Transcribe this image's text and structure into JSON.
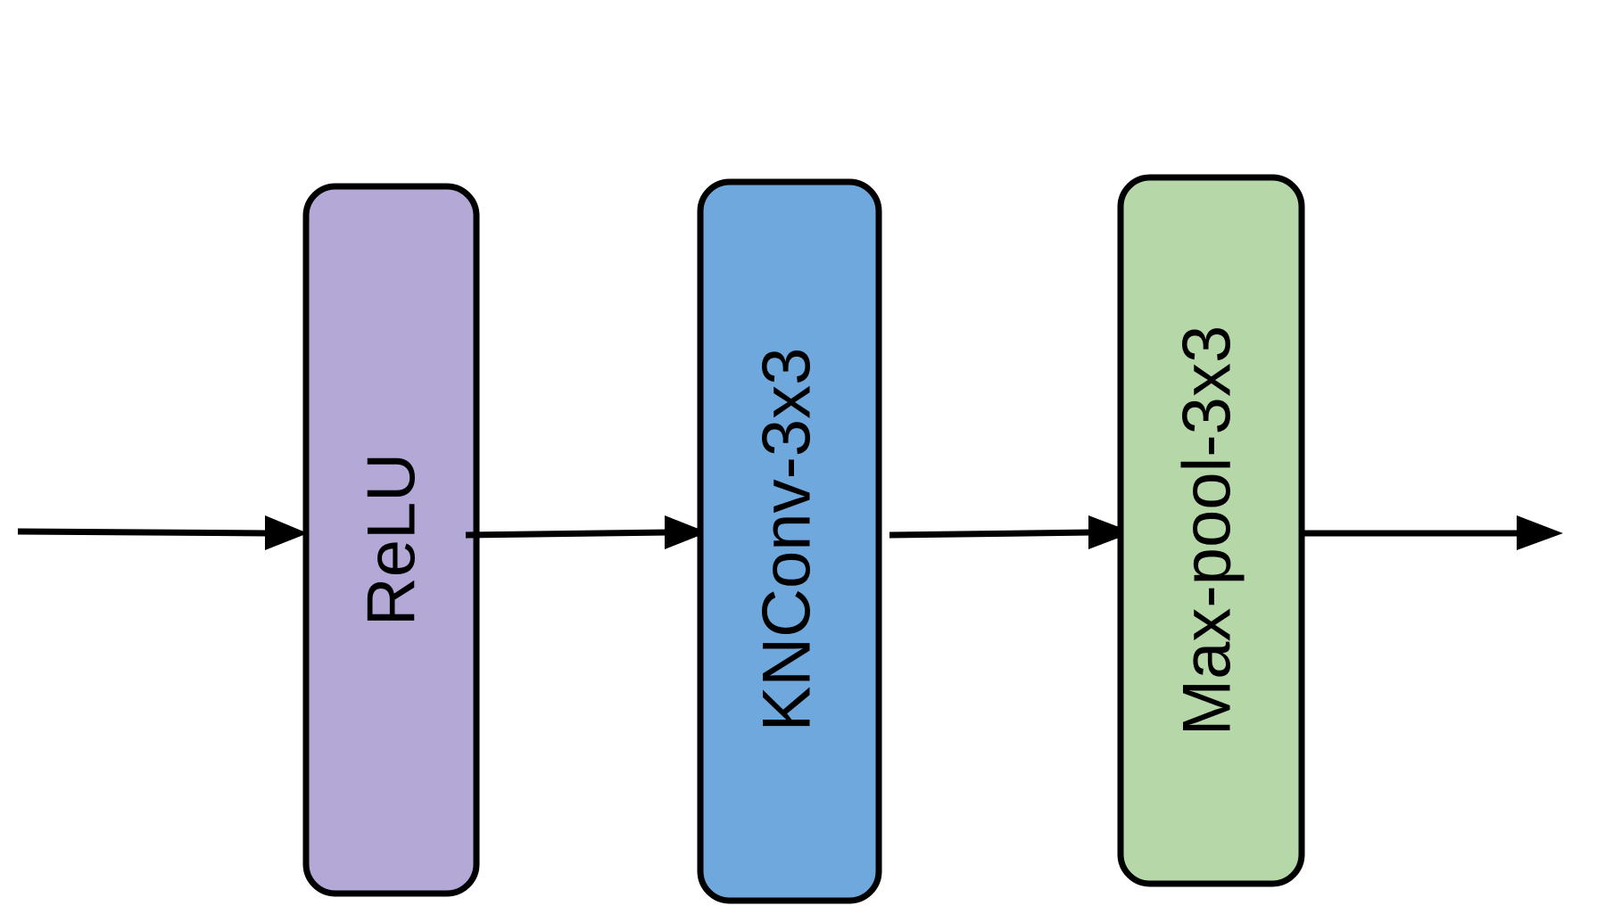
{
  "diagram": {
    "blocks": [
      {
        "id": "relu",
        "label": "ReLU",
        "fill": "#b3a8d6"
      },
      {
        "id": "knconv",
        "label": "KNConv-3x3",
        "fill": "#6fa8dc"
      },
      {
        "id": "maxpool",
        "label": "Max-pool-3x3",
        "fill": "#b6d7a8"
      }
    ],
    "stroke_color": "#000000"
  }
}
